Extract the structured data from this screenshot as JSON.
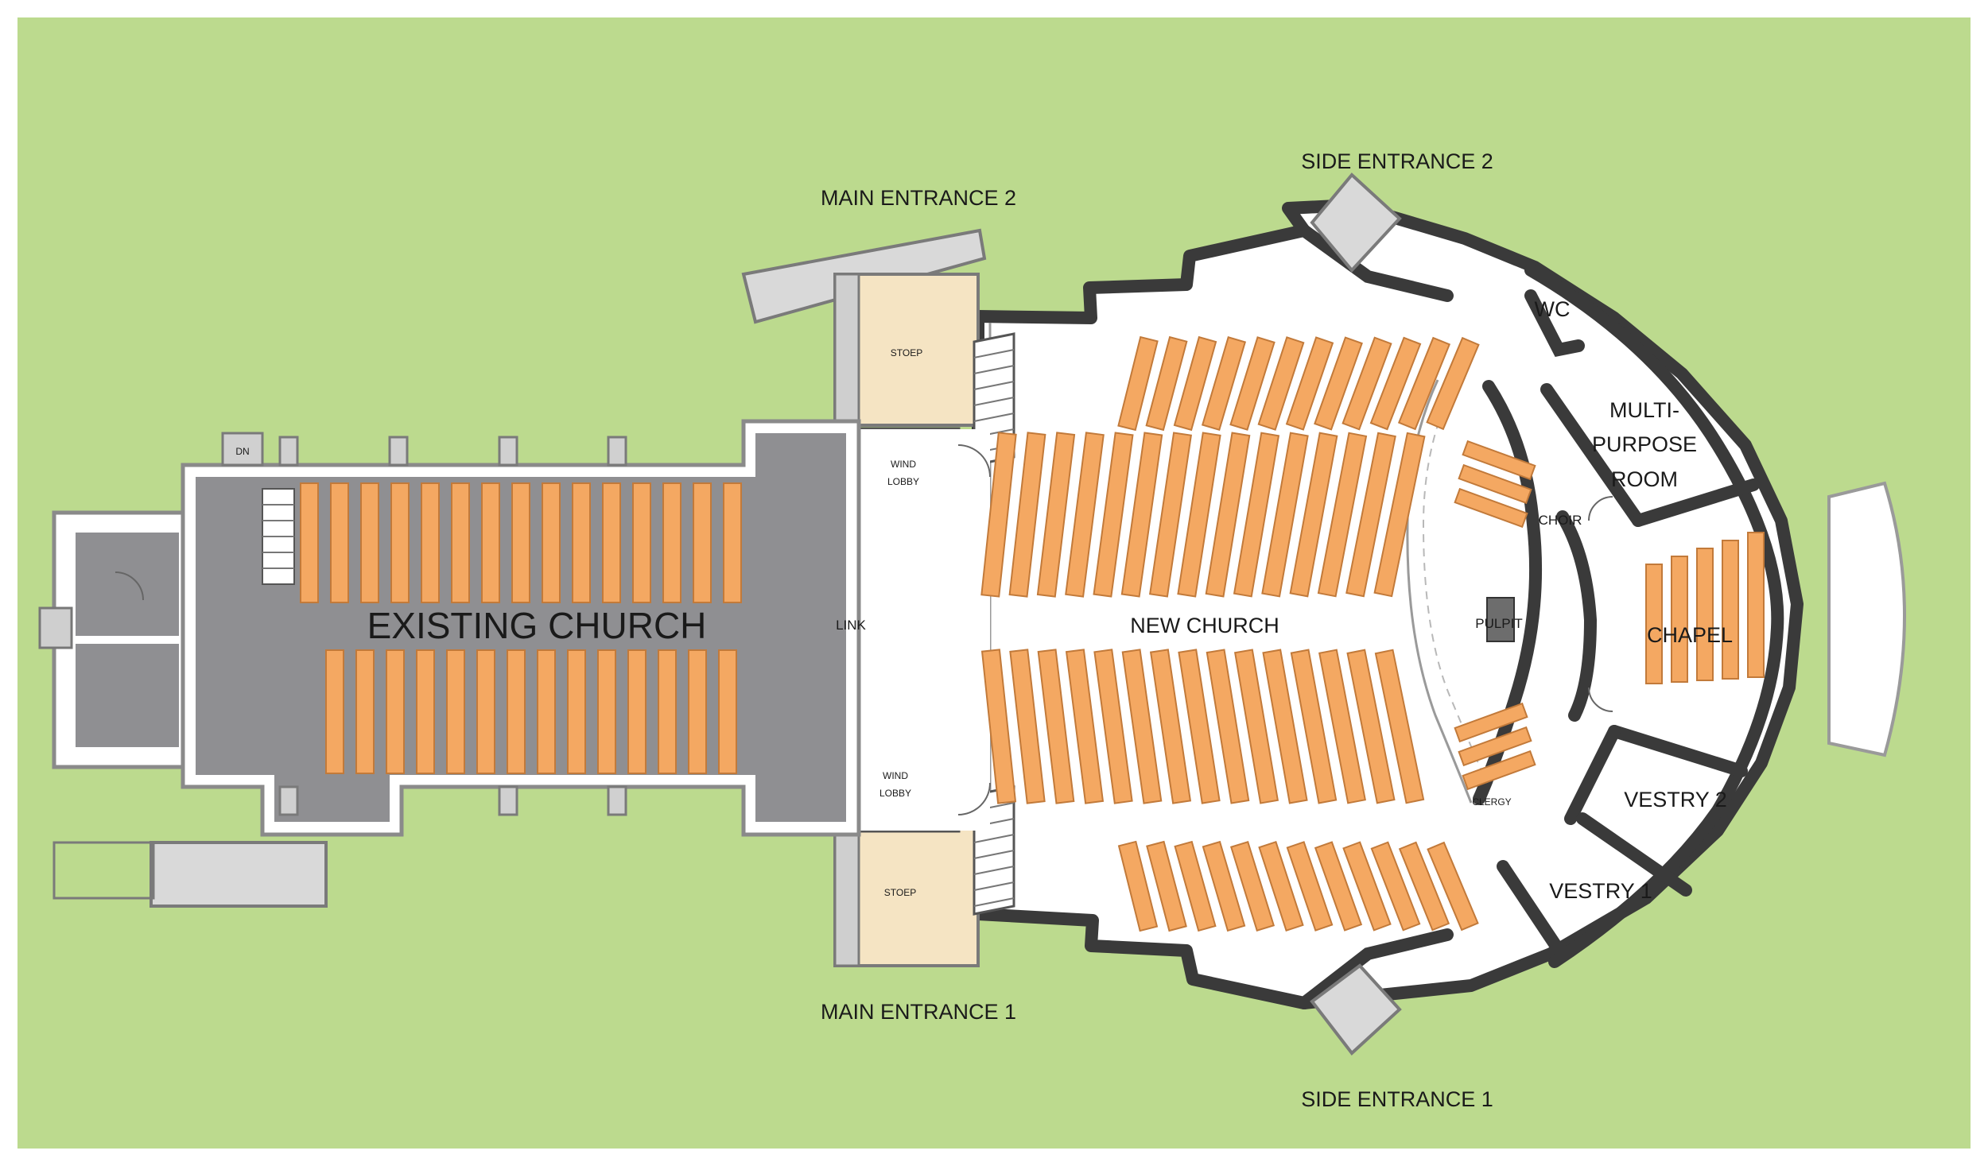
{
  "colors": {
    "lawn": "#bcda8e",
    "existing_floor": "#8f8f92",
    "new_floor": "#ffffff",
    "pew": "#f4a862",
    "pew_edge": "#c27a3a",
    "stoep": "#f5e4c3",
    "wall": "#3a3a3a"
  },
  "labels": {
    "existing_church": "EXISTING CHURCH",
    "new_church": "NEW CHURCH",
    "link": "LINK",
    "main_entrance_1": "MAIN ENTRANCE 1",
    "main_entrance_2": "MAIN ENTRANCE 2",
    "side_entrance_1": "SIDE ENTRANCE 1",
    "side_entrance_2": "SIDE ENTRANCE 2",
    "stoep_top": "STOEP",
    "stoep_bottom": "STOEP",
    "wind_lobby_top": [
      "WIND",
      "LOBBY"
    ],
    "wind_lobby_bottom": [
      "WIND",
      "LOBBY"
    ],
    "wc": "WC",
    "multipurpose_room": [
      "MULTI-",
      "PURPOSE",
      "ROOM"
    ],
    "choir": "CHOIR",
    "pulpit": "PULPIT",
    "clergy": "CLERGY",
    "chapel": "CHAPEL",
    "vestry_1": "VESTRY 1",
    "vestry_2": "VESTRY 2",
    "dn": "DN"
  },
  "icons": [
    "stair-icon",
    "door-swing-icon",
    "pew-icon"
  ]
}
